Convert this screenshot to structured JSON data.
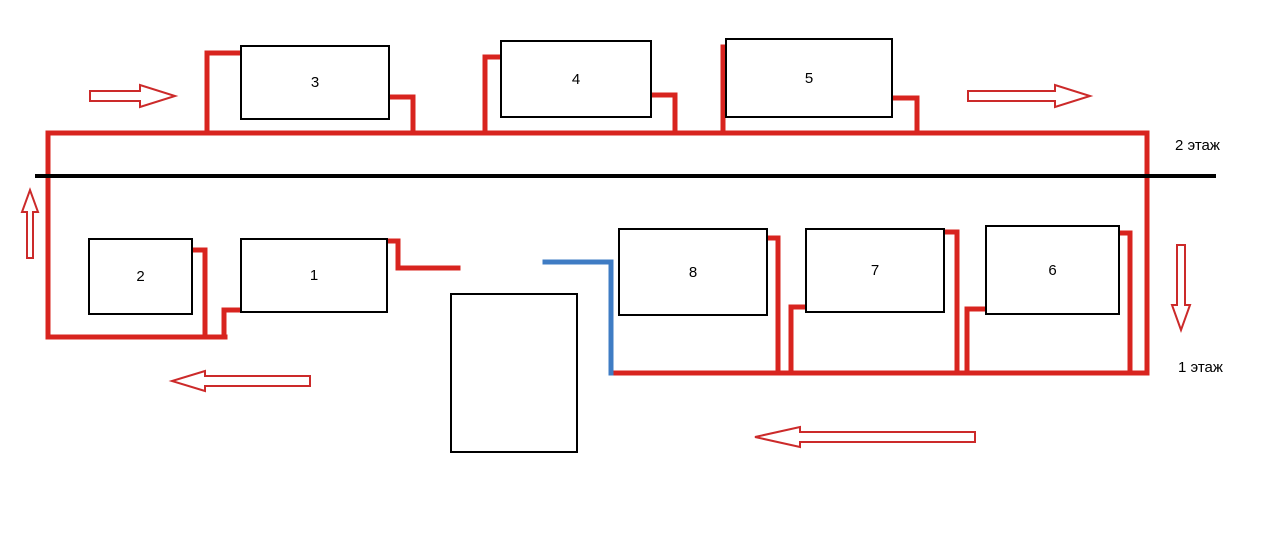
{
  "diagram": {
    "floors": {
      "second_label": "2 этаж",
      "first_label": "1 этаж"
    },
    "radiators": [
      {
        "label": "3"
      },
      {
        "label": "4"
      },
      {
        "label": "5"
      },
      {
        "label": "2"
      },
      {
        "label": "1"
      },
      {
        "label": "8"
      },
      {
        "label": "7"
      },
      {
        "label": "6"
      }
    ],
    "arrows": {
      "top_left": "arrow-right",
      "top_right": "arrow-right",
      "left_side": "arrow-up",
      "right_side": "arrow-down",
      "bottom_left": "arrow-left",
      "bottom_right": "arrow-left"
    },
    "colors": {
      "supply_pipe": "#d8241f",
      "return_pipe": "#3f7cc4",
      "arrow_outline": "#cc2a2a",
      "floor_divider": "#000000",
      "box_outline": "#000000"
    }
  }
}
